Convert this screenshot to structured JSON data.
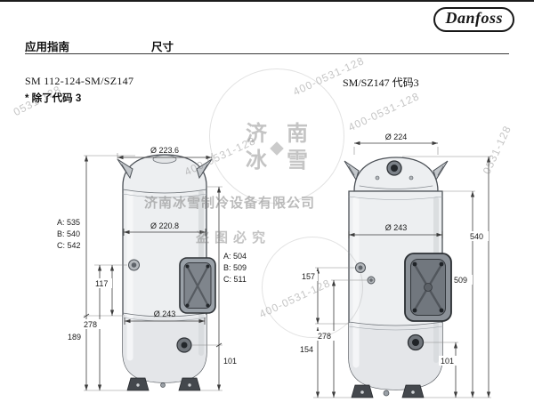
{
  "brand": {
    "name": "Danfoss"
  },
  "header": {
    "left": "应用指南",
    "right": "尺寸"
  },
  "sections": {
    "left": {
      "title": "SM 112-124-SM/SZ147",
      "note": "* 除了代码 3"
    },
    "right": {
      "title": "SM/SZ147 代码3"
    }
  },
  "left_drawing": {
    "top_diameter": "Ø 223.6",
    "shell_diameter": "Ø 220.8",
    "base_diameter": "Ø 243",
    "height_a": "A: 535",
    "height_b": "B: 540",
    "height_c": "C: 542",
    "dim_117": "117",
    "dim_278": "278",
    "dim_189": "189",
    "body_a": "A: 504",
    "body_b": "B: 509",
    "body_c": "C: 511",
    "dim_101": "101"
  },
  "right_drawing": {
    "top_diameter": "Ø 224",
    "shell_diameter": "Ø 243",
    "overall_height": "540",
    "body_height": "509",
    "dim_157": "157",
    "dim_278": "278",
    "dim_154": "154",
    "dim_101": "101"
  },
  "watermark": {
    "company": "济南冰雪制冷设备有限公司",
    "notice": "盗图必究",
    "phone": "400-0531-128",
    "phone_short": "0531-128",
    "logo": {
      "c1": "济",
      "c2": "南",
      "c3": "冰",
      "c4": "雪",
      "star_icon": "four-point-star"
    }
  },
  "colors": {
    "ink": "#1a1a1a",
    "line": "#3d3d3d",
    "shell_fill": "#edeff1",
    "watermark_gray": "#8c8c8c"
  }
}
